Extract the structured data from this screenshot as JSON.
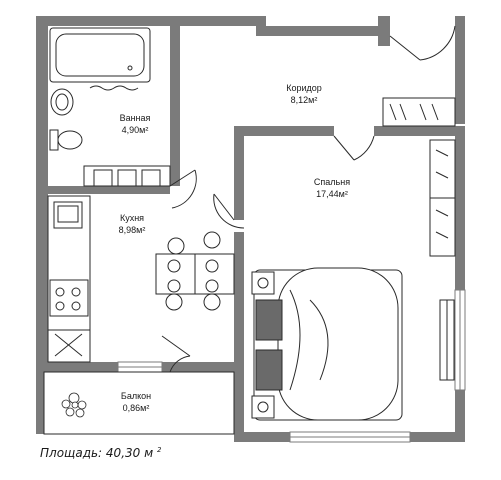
{
  "rooms": {
    "bathroom": {
      "name": "Ванная",
      "area": "4,90м²"
    },
    "corridor": {
      "name": "Коридор",
      "area": "8,12м²"
    },
    "bedroom": {
      "name": "Спальня",
      "area": "17,44м²"
    },
    "kitchen": {
      "name": "Кухня",
      "area": "8,98м²"
    },
    "balcony": {
      "name": "Балкон",
      "area": "0,86м²"
    }
  },
  "total_area": {
    "label": "Площадь: 40,30 м",
    "unit_power": "2"
  },
  "colors": {
    "wall": "#7b7b7b",
    "line": "#2a2a2a",
    "furniture_fill": "#ffffff"
  }
}
